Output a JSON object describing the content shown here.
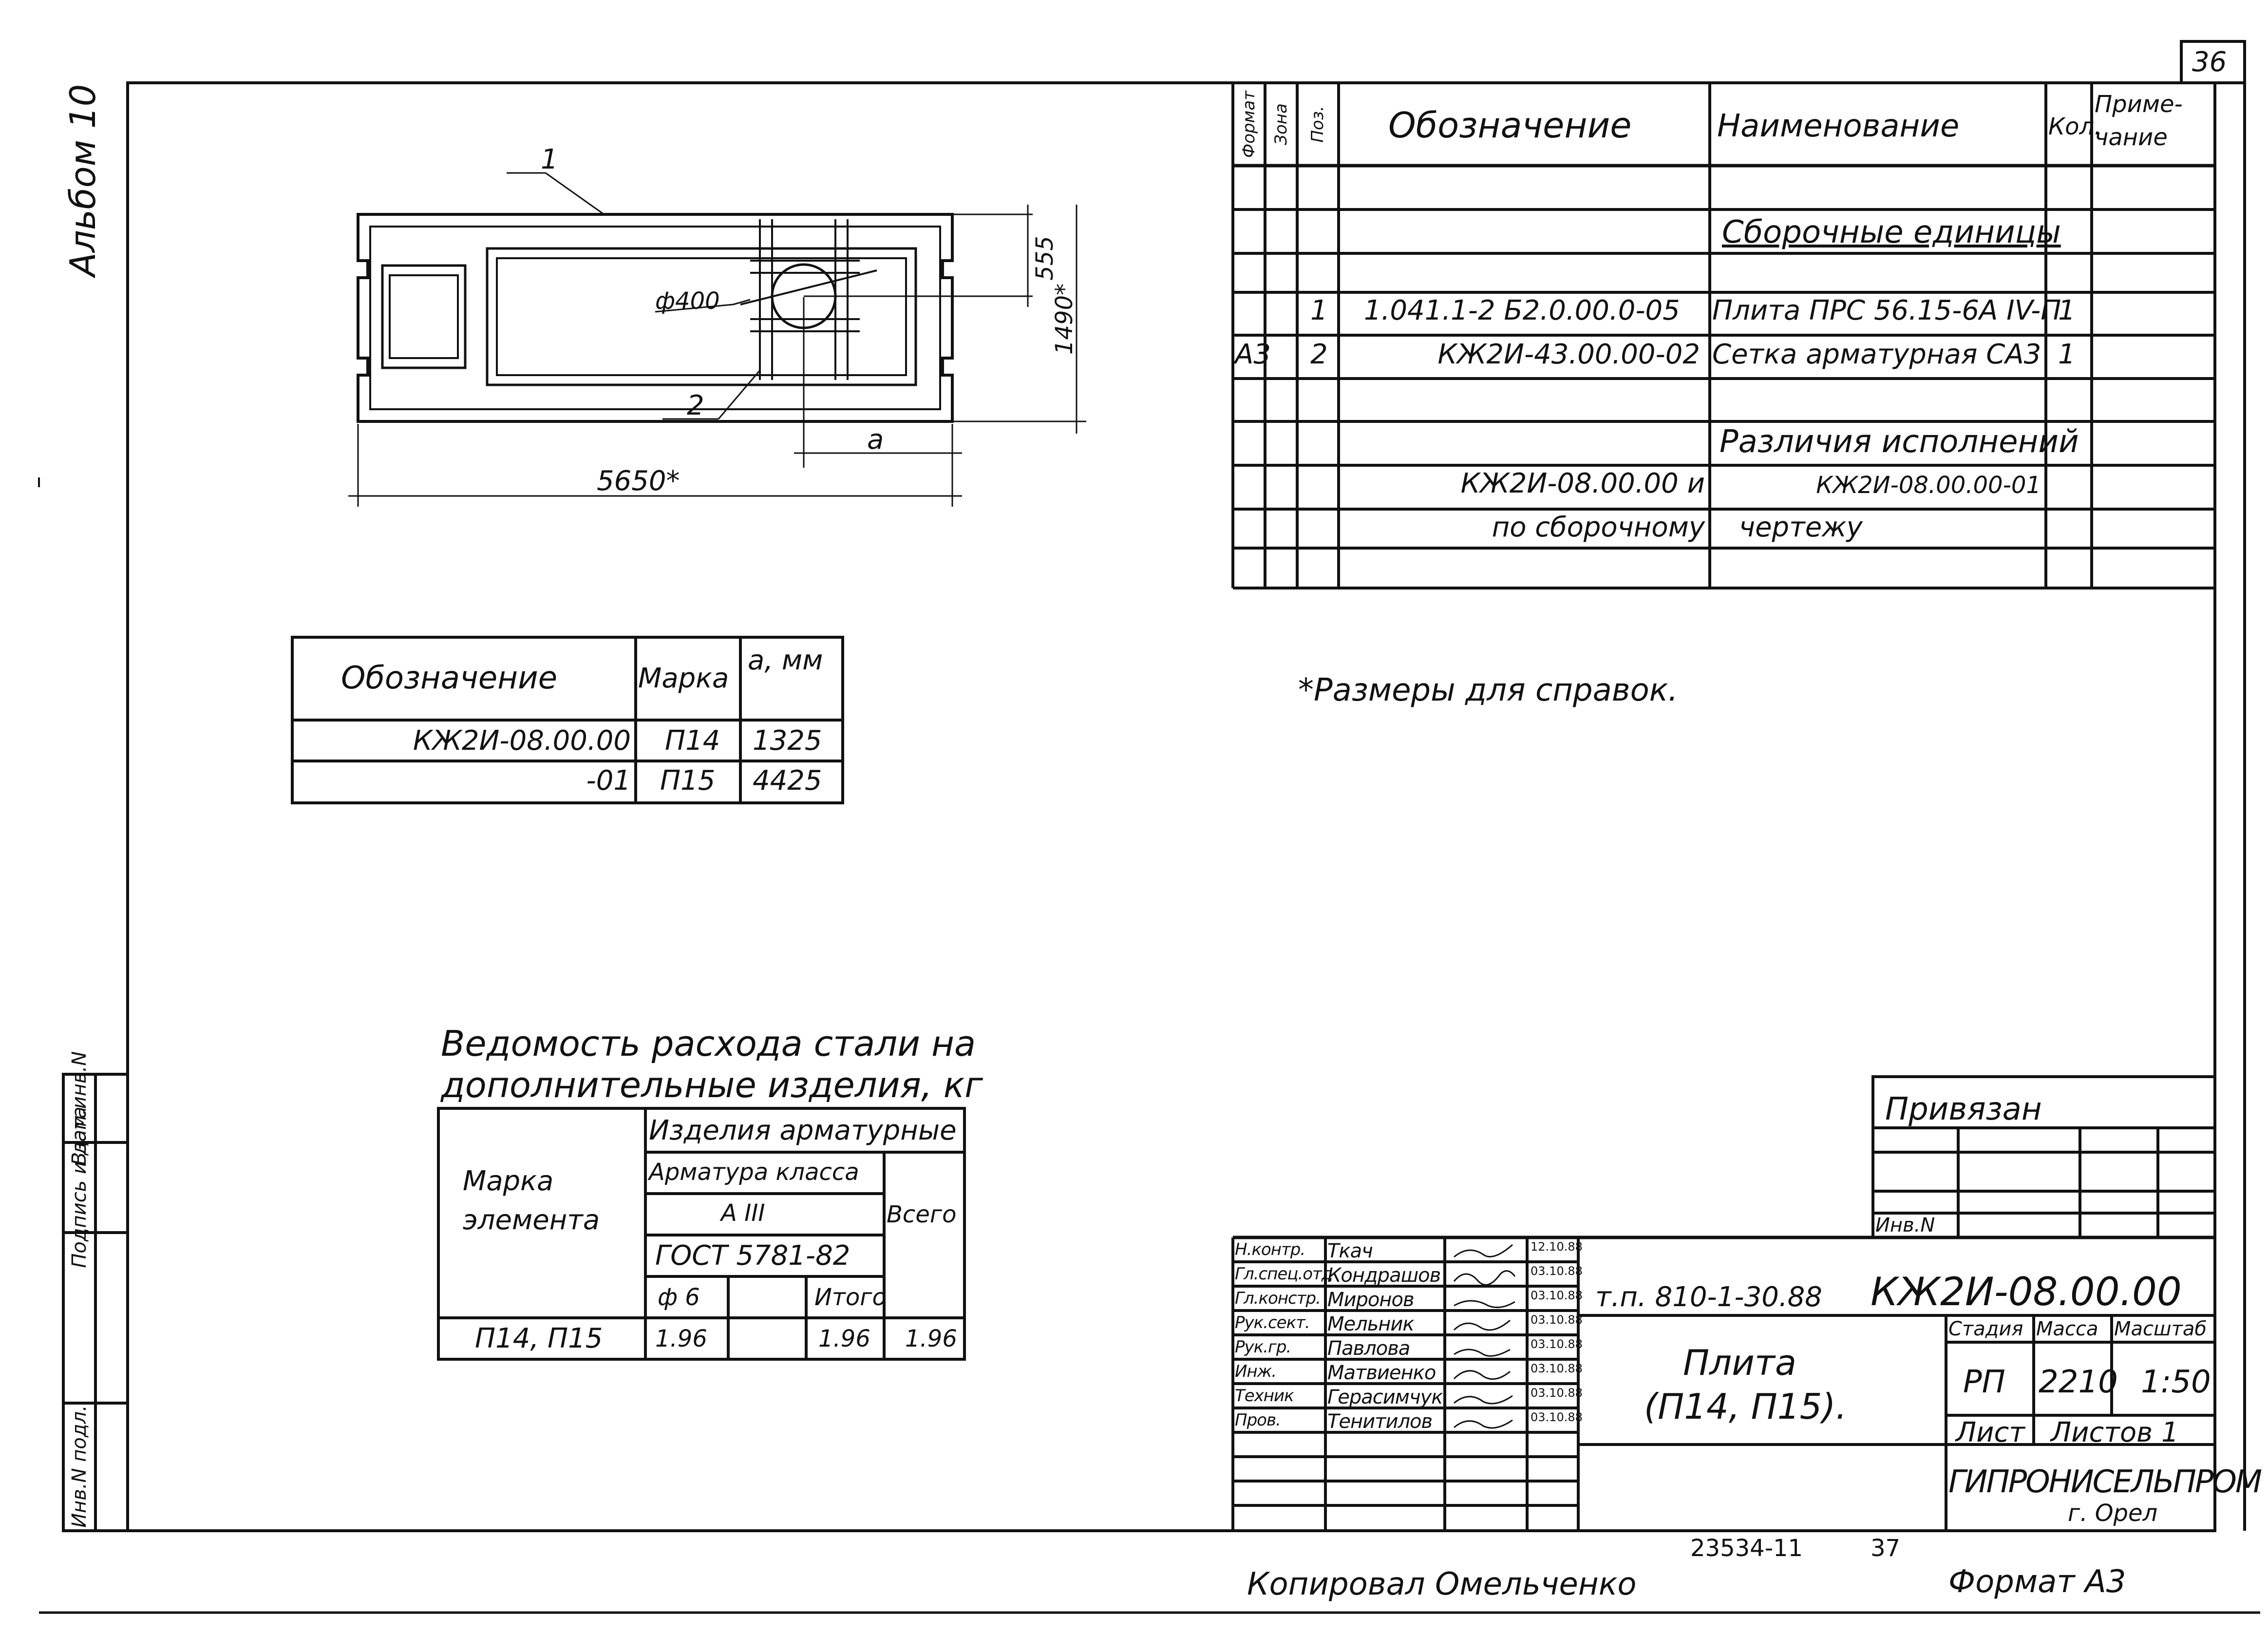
{
  "sheet": {
    "page_number": "36",
    "album": "Альбом 10",
    "footer_number": "23534-11",
    "footer_page": "37",
    "copied_by": "Копировал Омельченко",
    "format": "Формат А3"
  },
  "spec_table": {
    "headers": {
      "format": "Формат",
      "zone": "Зона",
      "pos": "Поз.",
      "designation": "Обозначение",
      "name": "Наименование",
      "qty": "Кол.",
      "note": "Приме-чание"
    },
    "section_assemblies": "Сборочные единицы",
    "rows": [
      {
        "pos": "1",
        "format": "",
        "designation": "1.041.1-2 Б2.0.00.0-05",
        "name": "Плита ПРС 56.15-6А IV-П",
        "qty": "1"
      },
      {
        "pos": "2",
        "format": "А3",
        "designation": "КЖ2И-43.00.00-02",
        "name": "Сетка арматурная СА3",
        "qty": "1"
      }
    ],
    "differences_title": "Различия исполнений",
    "diff_line1_left": "КЖ2И-08.00.00 и",
    "diff_line1_right": "КЖ2И-08.00.00-01",
    "diff_line2_left": "по сборочному",
    "diff_line2_right": "чертежу"
  },
  "drawing": {
    "callout_1": "1",
    "callout_2": "2",
    "dia": "ф400",
    "dim_555": "555",
    "dim_1490": "1490*",
    "dim_a": "а",
    "dim_5650": "5650*"
  },
  "marks_table": {
    "headers": {
      "designation": "Обозначение",
      "mark": "Марка",
      "a": "а, мм"
    },
    "rows": [
      {
        "designation": "КЖ2И-08.00.00",
        "mark": "П14",
        "a": "1325"
      },
      {
        "designation": "-01",
        "mark": "П15",
        "a": "4425"
      }
    ]
  },
  "note": "*Размеры для справок.",
  "steel_table": {
    "title_line1": "Ведомость расхода стали на",
    "title_line2": "дополнительные изделия, кг",
    "col_mark": "Марка элемента",
    "col_group": "Изделия арматурные",
    "col_class": "Арматура класса",
    "class_value": "А III",
    "gost": "ГОСТ 5781-82",
    "col_d": "ф 6",
    "col_subtotal": "Итого",
    "col_total": "Всего",
    "row": {
      "mark": "П14, П15",
      "d6": "1.96",
      "subtotal": "1.96",
      "total": "1.96"
    }
  },
  "left_margin": {
    "cells": [
      "Инв.N подл.",
      "Подпись и дата",
      "Взам.инв.N"
    ]
  },
  "attached": {
    "title": "Привязан",
    "inv": "Инв.N"
  },
  "title_block": {
    "roles": [
      {
        "role": "Н.контр.",
        "name": "Ткач",
        "date": "12.10.88"
      },
      {
        "role": "Гл.спец.отд",
        "name": "Кондрашов",
        "date": "03.10.88"
      },
      {
        "role": "Гл.констр.",
        "name": "Миронов",
        "date": "03.10.88"
      },
      {
        "role": "Рук.сект.",
        "name": "Мельник",
        "date": "03.10.88"
      },
      {
        "role": "Рук.гр.",
        "name": "Павлова",
        "date": "03.10.88"
      },
      {
        "role": "Инж.",
        "name": "Матвиенко",
        "date": "03.10.88"
      },
      {
        "role": "Техник",
        "name": "Герасимчук",
        "date": "03.10.88"
      },
      {
        "role": "Пров.",
        "name": "Тенитилов",
        "date": "03.10.88"
      }
    ],
    "project": "т.п. 810-1-30.88",
    "code": "КЖ2И-08.00.00",
    "title_line1": "Плита",
    "title_line2": "(П14, П15).",
    "stage_h": "Стадия",
    "mass_h": "Масса",
    "scale_h": "Масштаб",
    "stage": "РП",
    "mass": "2210",
    "scale": "1:50",
    "sheet_h": "Лист",
    "sheets_h": "Листов 1",
    "org": "ГИПРОНИСЕЛЬПРОМ",
    "city": "г. Орел"
  }
}
